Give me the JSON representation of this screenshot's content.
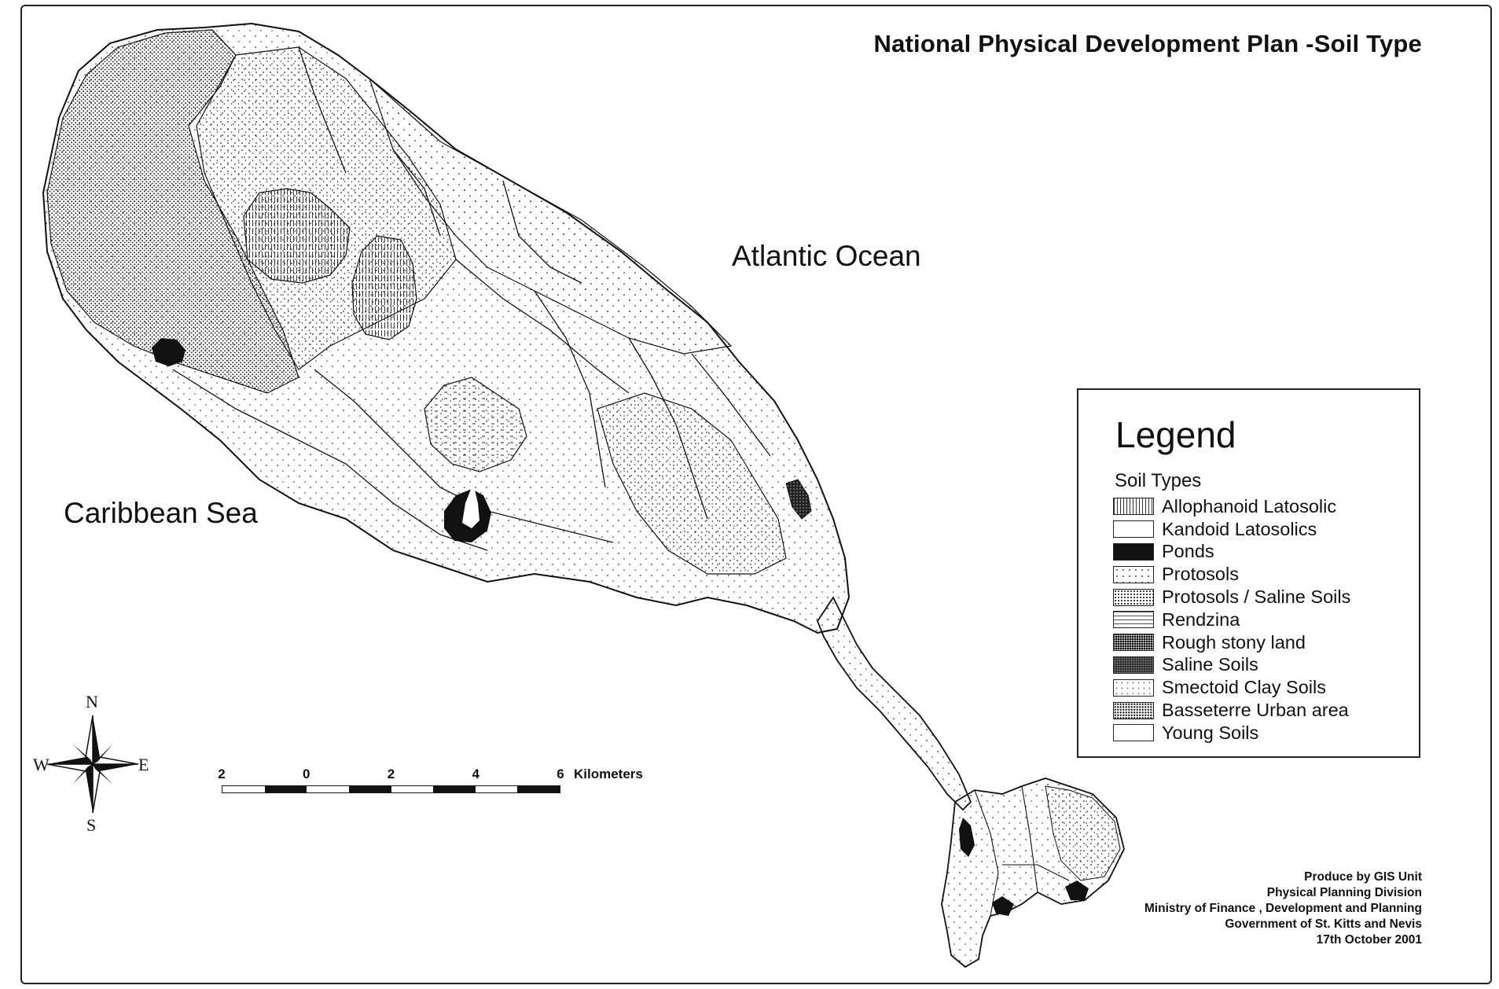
{
  "map": {
    "title": "National Physical Development Plan -Soil Type",
    "labels": {
      "atlantic": "Atlantic Ocean",
      "caribbean": "Caribbean Sea"
    },
    "legend": {
      "title": "Legend",
      "subtitle": "Soil Types",
      "items": [
        {
          "label": "Allophanoid Latosolic",
          "pattern": "vertical-hatch"
        },
        {
          "label": "Kandoid Latosolics",
          "pattern": "blank"
        },
        {
          "label": "Ponds",
          "pattern": "solid-black"
        },
        {
          "label": "Protosols",
          "pattern": "sparse-dots"
        },
        {
          "label": "Protosols / Saline Soils",
          "pattern": "medium-dots"
        },
        {
          "label": "Rendzina",
          "pattern": "dash-marks"
        },
        {
          "label": "Rough stony land",
          "pattern": "dark-cross"
        },
        {
          "label": "Saline Soils",
          "pattern": "dark-stipple"
        },
        {
          "label": "Smectoid Clay Soils",
          "pattern": "light-dots"
        },
        {
          "label": "Basseterre Urban area",
          "pattern": "dense-dots"
        },
        {
          "label": "Young Soils",
          "pattern": "blank"
        }
      ]
    },
    "compass": {
      "n": "N",
      "s": "S",
      "e": "E",
      "w": "W"
    },
    "scale": {
      "ticks": [
        "2",
        "0",
        "2",
        "4",
        "6"
      ],
      "unit": "Kilometers"
    },
    "credits": [
      "Produce by GIS Unit",
      "Physical Planning Division",
      "Ministry of Finance , Development and Planning",
      "Government of St. Kitts and Nevis",
      "17th October 2001"
    ],
    "colors": {
      "ink": "#111111",
      "paper": "#ffffff"
    }
  }
}
